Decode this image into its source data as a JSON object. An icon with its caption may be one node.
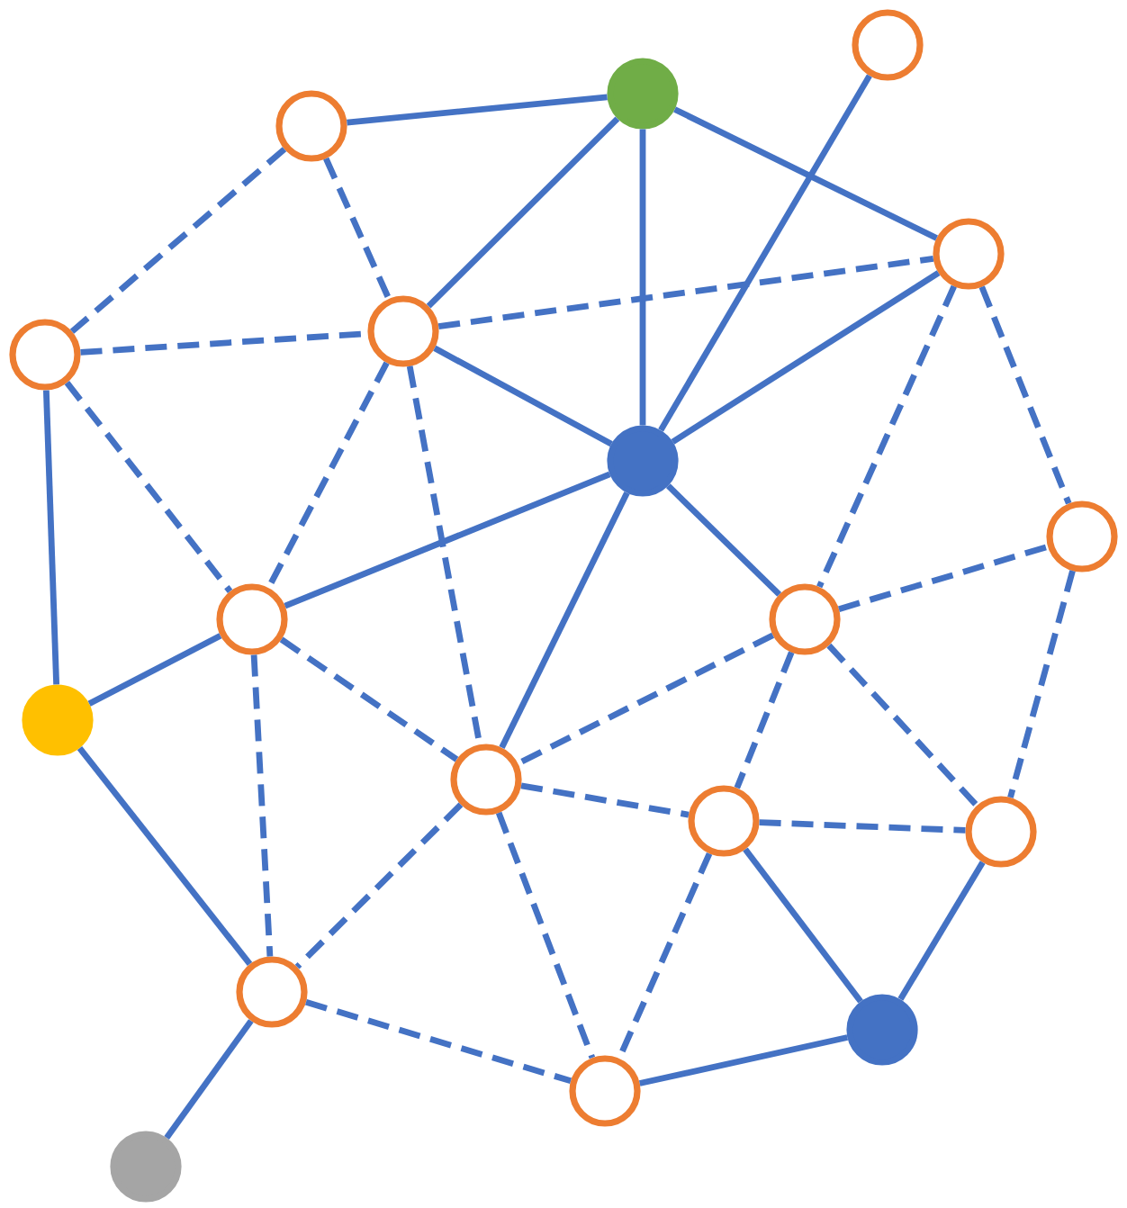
{
  "diagram": {
    "nodes": [
      {
        "text": [],
        "shape": "circle"
      },
      {
        "text": [],
        "shape": "circle"
      },
      {
        "text": [],
        "shape": "circle"
      },
      {
        "text": [],
        "shape": "circle"
      },
      {
        "text": [],
        "shape": "circle"
      },
      {
        "text": [],
        "shape": "circle"
      },
      {
        "text": [],
        "shape": "circle"
      },
      {
        "text": [],
        "shape": "circle"
      },
      {
        "text": [],
        "shape": "circle"
      },
      {
        "text": [],
        "shape": "circle"
      },
      {
        "text": [],
        "shape": "circle"
      },
      {
        "text": [],
        "shape": "circle"
      },
      {
        "text": [],
        "shape": "circle"
      },
      {
        "text": [],
        "shape": "circle"
      },
      {
        "text": [],
        "shape": "circle"
      },
      {
        "text": [],
        "shape": "circle"
      },
      {
        "text": [],
        "shape": "circle"
      },
      {
        "text": [],
        "shape": "circle"
      }
    ],
    "edges": [
      {
        "from": 0,
        "to": 1,
        "arrow": "none"
      },
      {
        "from": 0,
        "to": 4,
        "arrow": "none",
        "style": "dashed"
      },
      {
        "from": 0,
        "to": 5,
        "arrow": "none",
        "style": "dashed"
      },
      {
        "from": 1,
        "to": 5,
        "arrow": "none"
      },
      {
        "from": 1,
        "to": 6,
        "arrow": "none"
      },
      {
        "from": 1,
        "to": 3,
        "arrow": "none"
      },
      {
        "from": 2,
        "to": 6,
        "arrow": "none"
      },
      {
        "from": 5,
        "to": 3,
        "arrow": "none",
        "style": "dashed"
      },
      {
        "from": 4,
        "to": 5,
        "arrow": "none",
        "style": "dashed"
      },
      {
        "from": 5,
        "to": 6,
        "arrow": "none"
      },
      {
        "from": 6,
        "to": 3,
        "arrow": "none"
      },
      {
        "from": 4,
        "to": 10,
        "arrow": "none"
      },
      {
        "from": 4,
        "to": 8,
        "arrow": "none",
        "style": "dashed"
      },
      {
        "from": 5,
        "to": 8,
        "arrow": "none",
        "style": "dashed"
      },
      {
        "from": 5,
        "to": 11,
        "arrow": "none",
        "style": "dashed"
      },
      {
        "from": 6,
        "to": 8,
        "arrow": "none"
      },
      {
        "from": 6,
        "to": 11,
        "arrow": "none"
      },
      {
        "from": 6,
        "to": 9,
        "arrow": "none"
      },
      {
        "from": 3,
        "to": 9,
        "arrow": "none",
        "style": "dashed"
      },
      {
        "from": 3,
        "to": 7,
        "arrow": "none",
        "style": "dashed"
      },
      {
        "from": 9,
        "to": 7,
        "arrow": "none",
        "style": "dashed"
      },
      {
        "from": 8,
        "to": 10,
        "arrow": "none"
      },
      {
        "from": 8,
        "to": 11,
        "arrow": "none",
        "style": "dashed"
      },
      {
        "from": 8,
        "to": 14,
        "arrow": "none",
        "style": "dashed"
      },
      {
        "from": 9,
        "to": 11,
        "arrow": "none",
        "style": "dashed"
      },
      {
        "from": 9,
        "to": 12,
        "arrow": "none",
        "style": "dashed"
      },
      {
        "from": 9,
        "to": 13,
        "arrow": "none",
        "style": "dashed"
      },
      {
        "from": 7,
        "to": 13,
        "arrow": "none",
        "style": "dashed"
      },
      {
        "from": 11,
        "to": 12,
        "arrow": "none",
        "style": "dashed"
      },
      {
        "from": 12,
        "to": 13,
        "arrow": "none",
        "style": "dashed"
      },
      {
        "from": 11,
        "to": 14,
        "arrow": "none",
        "style": "dashed"
      },
      {
        "from": 11,
        "to": 16,
        "arrow": "none",
        "style": "dashed"
      },
      {
        "from": 12,
        "to": 16,
        "arrow": "none",
        "style": "dashed"
      },
      {
        "from": 12,
        "to": 15,
        "arrow": "none"
      },
      {
        "from": 13,
        "to": 15,
        "arrow": "none"
      },
      {
        "from": 10,
        "to": 14,
        "arrow": "none"
      },
      {
        "from": 14,
        "to": 16,
        "arrow": "none",
        "style": "dashed"
      },
      {
        "from": 16,
        "to": 15,
        "arrow": "none"
      },
      {
        "from": 14,
        "to": 17,
        "arrow": "none"
      }
    ]
  }
}
